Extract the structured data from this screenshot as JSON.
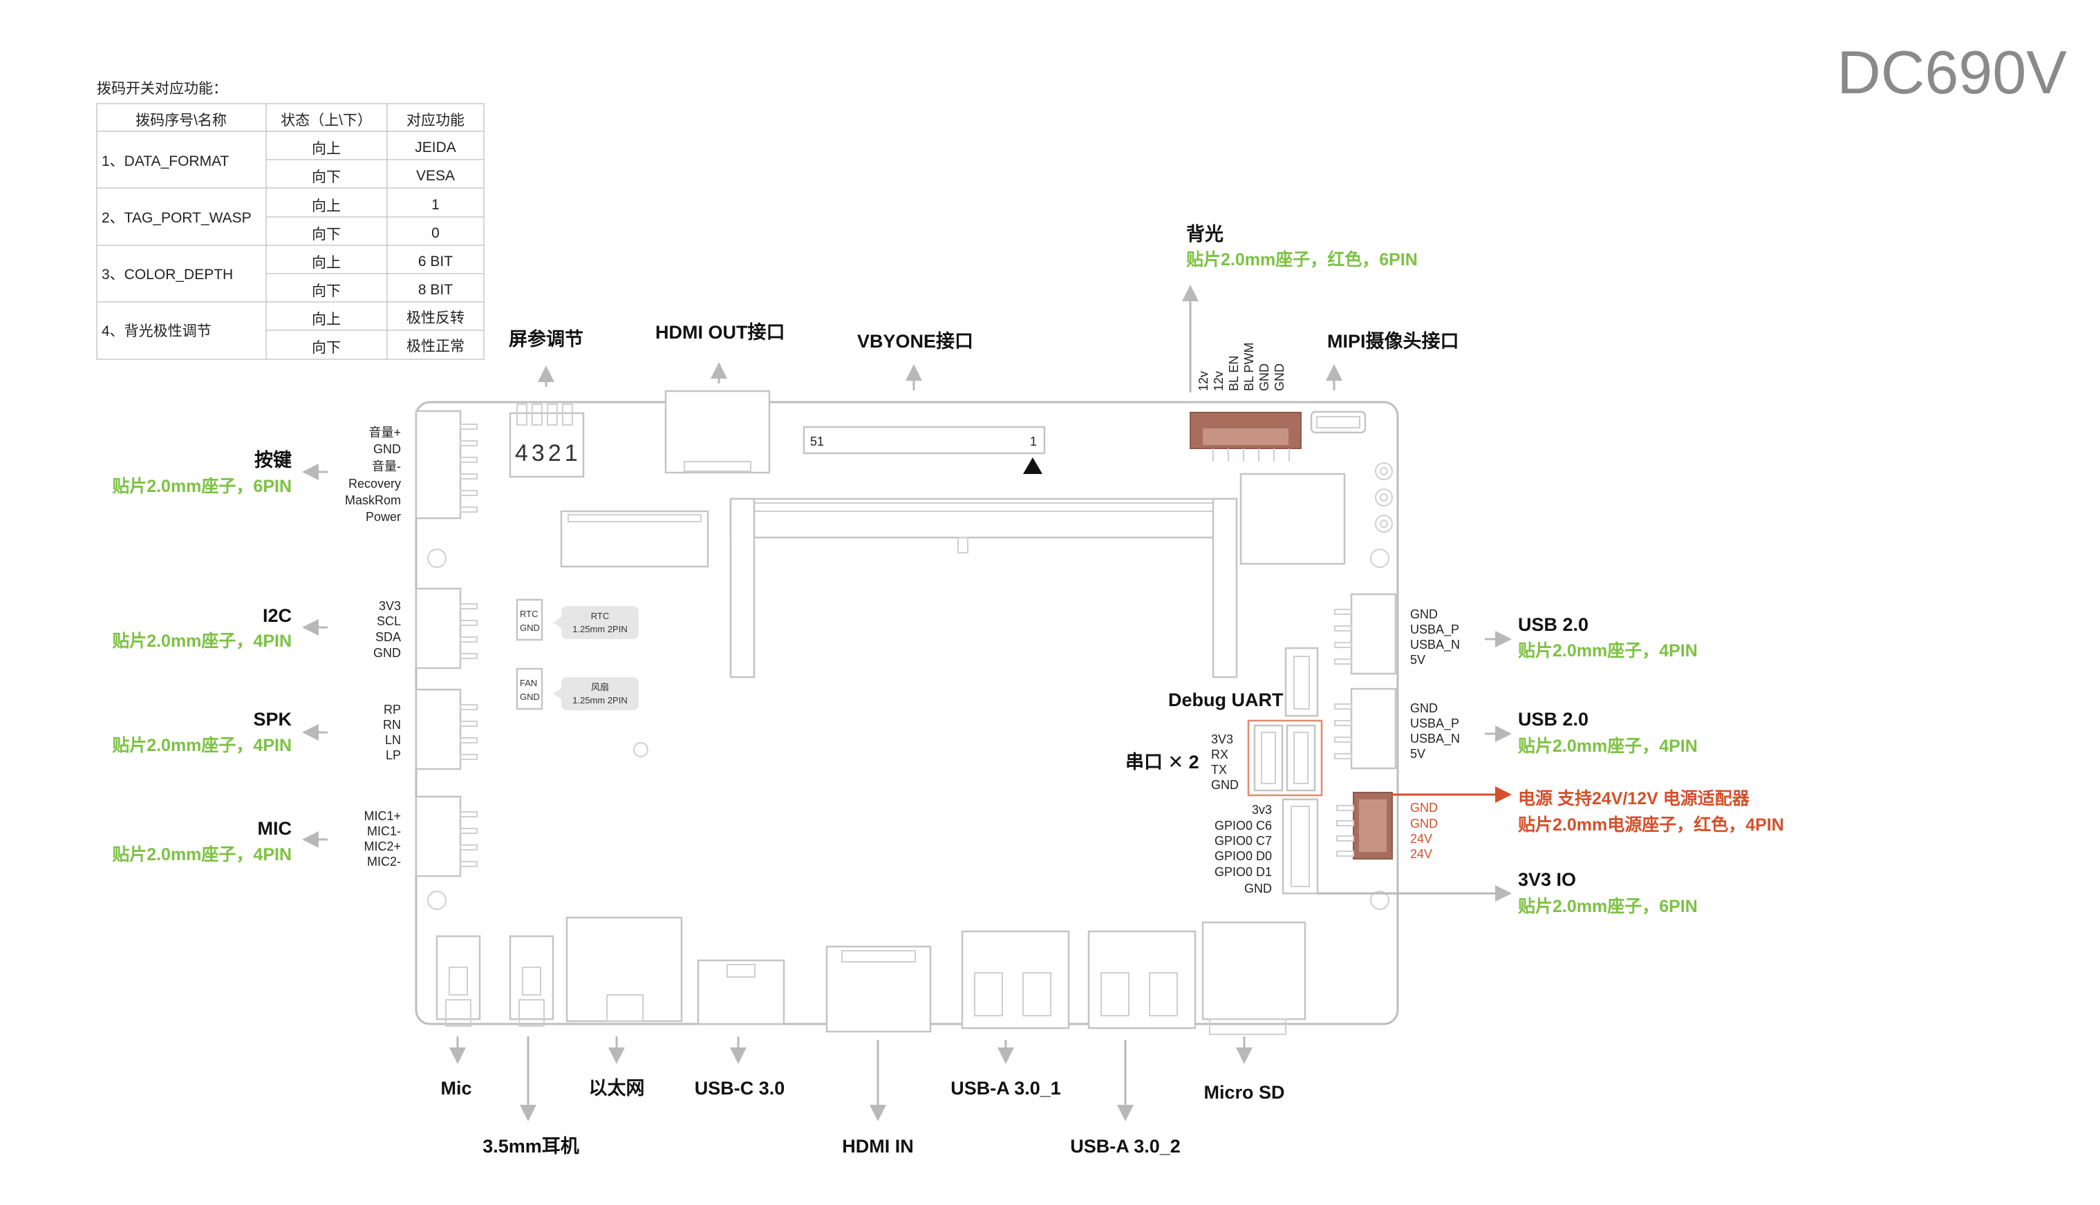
{
  "title": "DC690V",
  "dip_table": {
    "caption": "拨码开关对应功能：",
    "headers": [
      "拨码序号\\名称",
      "状态（上\\下）",
      "对应功能"
    ],
    "rows": [
      {
        "name": "1、DATA_FORMAT",
        "up": "向上",
        "up_func": "JEIDA",
        "down": "向下",
        "down_func": "VESA"
      },
      {
        "name": "2、TAG_PORT_WASP",
        "up": "向上",
        "up_func": "1",
        "down": "向下",
        "down_func": "0"
      },
      {
        "name": "3、COLOR_DEPTH",
        "up": "向上",
        "up_func": "6 BIT",
        "down": "向下",
        "down_func": "8 BIT"
      },
      {
        "name": "4、背光极性调节",
        "up": "向上",
        "up_func": "极性反转",
        "down": "向下",
        "down_func": "极性正常"
      }
    ]
  },
  "dip_switch": {
    "label": "屏参调节",
    "digits": "4321"
  },
  "top": {
    "hdmi_out": "HDMI OUT接口",
    "vbyone": "VBYONE接口",
    "vbyone_pin_left": "51",
    "vbyone_pin_right": "1",
    "mipi": "MIPI摄像头接口",
    "backlight_title": "背光",
    "backlight_desc": "贴片2.0mm座子，红色，6PIN",
    "backlight_pins": [
      "12v",
      "12v",
      "BL EN",
      "BL PWM",
      "GND",
      "GND"
    ]
  },
  "left": {
    "key": {
      "title": "按键",
      "desc": "贴片2.0mm座子，6PIN",
      "pins": [
        "音量+",
        "GND",
        "音量-",
        "Recovery",
        "MaskRom",
        "Power"
      ]
    },
    "i2c": {
      "title": "I2C",
      "desc": "贴片2.0mm座子，4PIN",
      "pins": [
        "3V3",
        "SCL",
        "SDA",
        "GND"
      ]
    },
    "spk": {
      "title": "SPK",
      "desc": "贴片2.0mm座子，4PIN",
      "pins": [
        "RP",
        "RN",
        "LN",
        "LP"
      ]
    },
    "mic": {
      "title": "MIC",
      "desc": "贴片2.0mm座子，4PIN",
      "pins": [
        "MIC1+",
        "MIC1-",
        "MIC2+",
        "MIC2-"
      ]
    }
  },
  "inner": {
    "rtc": {
      "pins": [
        "RTC",
        "GND"
      ],
      "title": "RTC",
      "desc": "1.25mm 2PIN"
    },
    "fan": {
      "pins": [
        "FAN",
        "GND"
      ],
      "title": "风扇",
      "desc": "1.25mm 2PIN"
    },
    "debug_uart": "Debug UART",
    "serial": "串口 ✕ 2",
    "serial_pins": [
      "3V3",
      "RX",
      "TX",
      "GND"
    ],
    "gpio_pins": [
      "3v3",
      "GPIO0 C6",
      "GPIO0 C7",
      "GPIO0 D0",
      "GPIO0 D1",
      "GND"
    ]
  },
  "right": {
    "usb1": {
      "title": "USB 2.0",
      "desc": "贴片2.0mm座子，4PIN",
      "pins": [
        "GND",
        "USBA_P",
        "USBA_N",
        "5V"
      ]
    },
    "usb2": {
      "title": "USB 2.0",
      "desc": "贴片2.0mm座子，4PIN",
      "pins": [
        "GND",
        "USBA_P",
        "USBA_N",
        "5V"
      ]
    },
    "power": {
      "title": "电源 支持24V/12V 电源适配器",
      "desc": "贴片2.0mm电源座子，红色，4PIN",
      "pins": [
        "GND",
        "GND",
        "24V",
        "24V"
      ]
    },
    "io": {
      "title": "3V3 IO",
      "desc": "贴片2.0mm座子，6PIN"
    }
  },
  "bottom": {
    "mic": "Mic",
    "earphone": "3.5mm耳机",
    "ethernet": "以太网",
    "usbc": "USB-C 3.0",
    "hdmi_in": "HDMI IN",
    "usba1": "USB-A 3.0_1",
    "usba2": "USB-A 3.0_2",
    "microsd": "Micro SD"
  },
  "colors": {
    "green": "#7cc242",
    "red": "#d4502a",
    "gray": "#bdbdbd",
    "title": "#8a8a8a"
  }
}
